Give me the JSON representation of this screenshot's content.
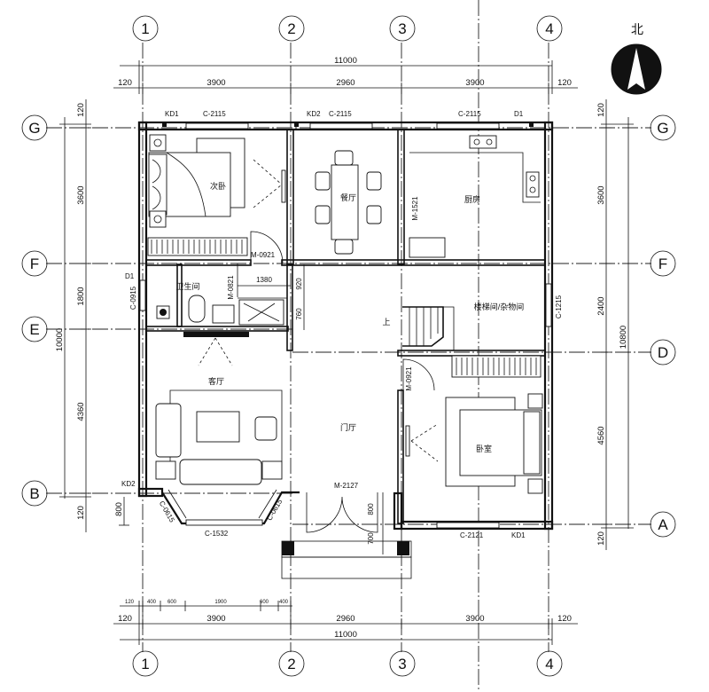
{
  "north": {
    "label": "北"
  },
  "axes": {
    "top": [
      "1",
      "2",
      "3",
      "4"
    ],
    "bottom": [
      "1",
      "2",
      "3",
      "4"
    ],
    "left": [
      "G",
      "F",
      "E",
      "B"
    ],
    "right": [
      "G",
      "F",
      "D",
      "A"
    ]
  },
  "dimensions": {
    "top_total": "11000",
    "top_row": [
      "120",
      "3900",
      "2960",
      "3900",
      "120"
    ],
    "bottom_detail": [
      "120",
      "400",
      "600",
      "1900",
      "600",
      "400"
    ],
    "bottom_row": [
      "120",
      "3900",
      "2960",
      "3900",
      "120"
    ],
    "bottom_total": "11000",
    "left_parts": [
      "120",
      "3600",
      "1800",
      "4360",
      "120"
    ],
    "left_total": "10000",
    "left_porch": "800",
    "right_parts": [
      "120",
      "3600",
      "2400",
      "4560",
      "120"
    ],
    "right_total": "10800",
    "bath_width": "1380",
    "bath_h1": "920",
    "bath_h2": "760",
    "entry_h1": "800",
    "entry_h2": "700"
  },
  "rooms": {
    "secondary_bedroom": "次卧",
    "dining": "餐厅",
    "kitchen": "厨房",
    "bathroom": "卫生间",
    "stair_storage": "楼梯间/杂物间",
    "living": "客厅",
    "foyer": "门厅",
    "master_bedroom": "卧室",
    "stair_up": "上"
  },
  "openings": {
    "kd1_top": "KD1",
    "c2115_a": "C-2115",
    "kd2_top": "KD2",
    "c2115_b": "C-2115",
    "c2115_c": "C-2115",
    "d1_top": "D1",
    "m1521": "M-1521",
    "m0921_a": "M-0921",
    "d1_left": "D1",
    "c0915": "C-0915",
    "m0821": "M-0821",
    "c1215": "C-1215",
    "m0921_b": "M-0921",
    "kd2_left": "KD2",
    "c0615_a": "C-0615",
    "c1532": "C-1532",
    "c0615_b": "C-0615",
    "m2127": "M-2127",
    "c2121": "C-2121",
    "kd1_bottom": "KD1"
  }
}
